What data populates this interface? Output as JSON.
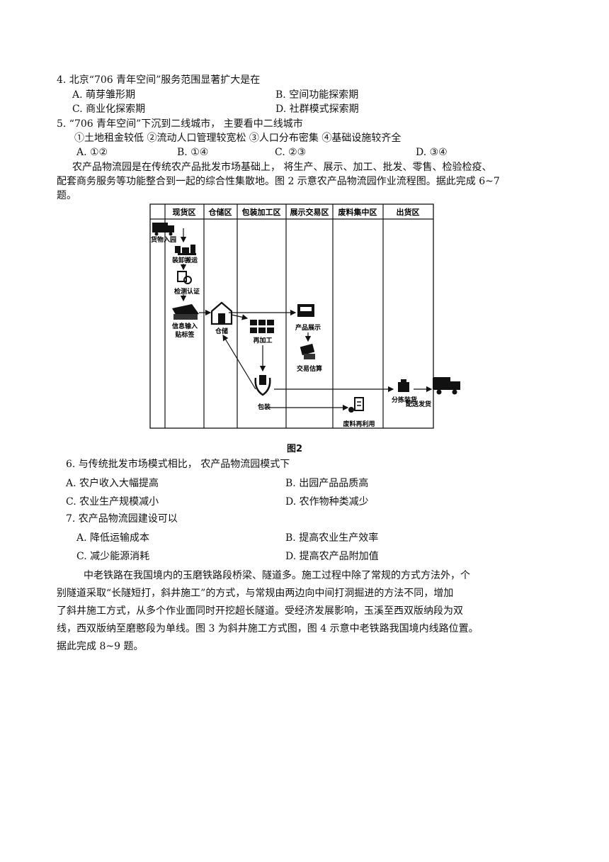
{
  "q4": {
    "stem": "4. 北京“706 青年空间”服务范围显著扩大是在",
    "options": [
      "A. 萌芽雏形期",
      "B. 空间功能探索期",
      "C. 商业化探索期",
      "D. 社群模式探索期"
    ]
  },
  "q5": {
    "stem": "5. “706 青年空间”下沉到二线城市， 主要看中二线城市",
    "items": "①土地租金较低 ②流动人口管理较宽松 ③人口分布密集 ④基础设施较齐全",
    "options": [
      "A. ①②",
      "B. ①④",
      "C. ②③",
      "D. ③④"
    ]
  },
  "passage1": {
    "lines": [
      "农产品物流园是在传统农产品批发市场基础上， 将生产、展示、加工、批发、零售、检验检疫、",
      "配套商务服务等功能整合到一起的综合性集散地。图 2 示意农产品物流园作业流程图。据此完成 6~7",
      "题。"
    ]
  },
  "figure2": {
    "caption": "图2",
    "columns": [
      "现货区",
      "仓储区",
      "包装加工区",
      "展示交易区",
      "废料集中区",
      "出货区"
    ],
    "steps": {
      "arrive": "货物入园",
      "unload": "装卸搬运",
      "inspect": "检测认证",
      "info1": "信息输入",
      "info2": "贴标签",
      "storage": "仓储",
      "process": "再加工",
      "package": "包装",
      "display": "产品展示",
      "trade": "交易估算",
      "waste": "废料再利用",
      "sort": "分拣装货",
      "deliver": "配送发货"
    }
  },
  "q6": {
    "stem": "6. 与传统批发市场模式相比， 农产品物流园模式下",
    "options": [
      "A. 农户收入大幅提高",
      "B. 出园产品品质高",
      "C. 农业生产规模减小",
      "D. 农作物种类减少"
    ]
  },
  "q7": {
    "stem": "7. 农产品物流园建设可以",
    "options": [
      "A. 降低运输成本",
      "B. 提高农业生产效率",
      "C. 减少能源消耗",
      "D. 提高农产品附加值"
    ]
  },
  "passage2": {
    "lines": [
      "中老铁路在我国境内的玉磨铁路段桥梁、隧道多。施工过程中除了常规的方式方法外，个",
      "别隧道采取“长隧短打，斜井施工”的方式，与常规由两边向中间打洞掘进的方法不同，增加",
      "了斜井施工方式，从多个作业面同时开挖超长隧道。受经济发展影响，玉溪至西双版纳段为双",
      "线，西双版纳至磨憨段为单线。图 3 为斜井施工方式图，图 4 示意中老铁路我国境内线路位置。",
      "据此完成 8~9 题。"
    ]
  }
}
